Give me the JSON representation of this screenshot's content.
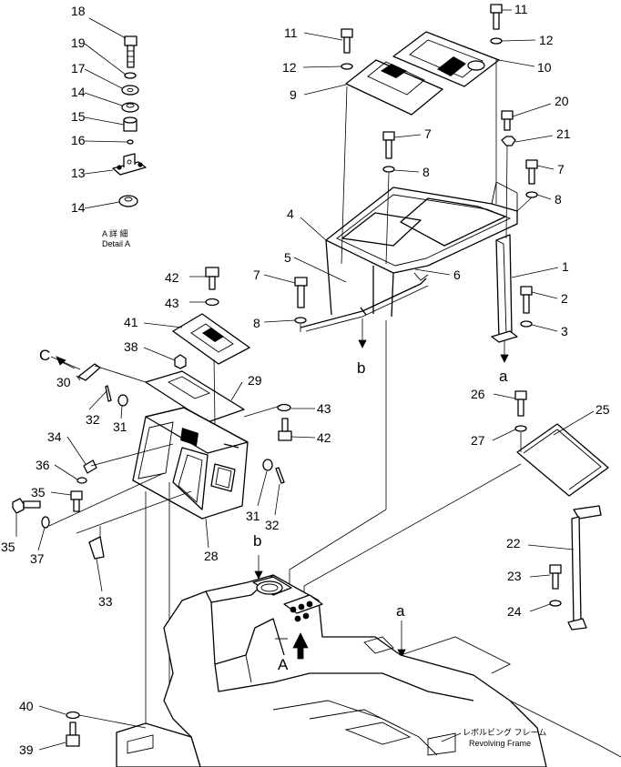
{
  "callouts": {
    "c1": "1",
    "c2": "2",
    "c3": "3",
    "c4": "4",
    "c5": "5",
    "c6": "6",
    "c7a": "7",
    "c7b": "7",
    "c7c": "7",
    "c8a": "8",
    "c8b": "8",
    "c8c": "8",
    "c9": "9",
    "c10": "10",
    "c11a": "11",
    "c11b": "11",
    "c12a": "12",
    "c12b": "12",
    "c13": "13",
    "c14a": "14",
    "c14b": "14",
    "c15": "15",
    "c16": "16",
    "c17": "17",
    "c18": "18",
    "c19": "19",
    "c20": "20",
    "c21": "21",
    "c22": "22",
    "c23": "23",
    "c24": "24",
    "c25": "25",
    "c26": "26",
    "c27": "27",
    "c28": "28",
    "c29": "29",
    "c30": "30",
    "c31a": "31",
    "c31b": "31",
    "c32a": "32",
    "c32b": "32",
    "c33": "33",
    "c34": "34",
    "c35a": "35",
    "c35b": "35",
    "c36": "36",
    "c37": "37",
    "c38": "38",
    "c39": "39",
    "c40": "40",
    "c41": "41",
    "c42a": "42",
    "c42b": "42",
    "c43a": "43",
    "c43b": "43"
  },
  "letters": {
    "a1": "a",
    "a2": "a",
    "b1": "b",
    "b2": "b",
    "c": "C",
    "A": "A"
  },
  "detail": {
    "jp": "A  詳 細",
    "en": "Detail A"
  },
  "frame_label": {
    "jp": "レボルビング フレーム",
    "en": "Revolving Frame"
  }
}
